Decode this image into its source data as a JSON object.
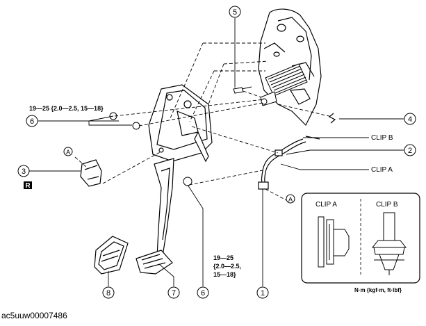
{
  "torque_upper": "19—25 {2.0—2.5, 15—18}",
  "torque_lower": [
    "19—25",
    "{2.0—2.5,",
    "15—18}"
  ],
  "clip_b": "CLIP B",
  "clip_a": "CLIP A",
  "inset": {
    "clip_a": "CLIP A",
    "clip_b": "CLIP B"
  },
  "units_note": "N·m {kgf·m, ft·lbf}",
  "r_badge": "R",
  "ref_a": "A",
  "callouts": [
    "1",
    "2",
    "3",
    "4",
    "5",
    "6",
    "7",
    "8"
  ],
  "caption": "ac5uuw00007486"
}
